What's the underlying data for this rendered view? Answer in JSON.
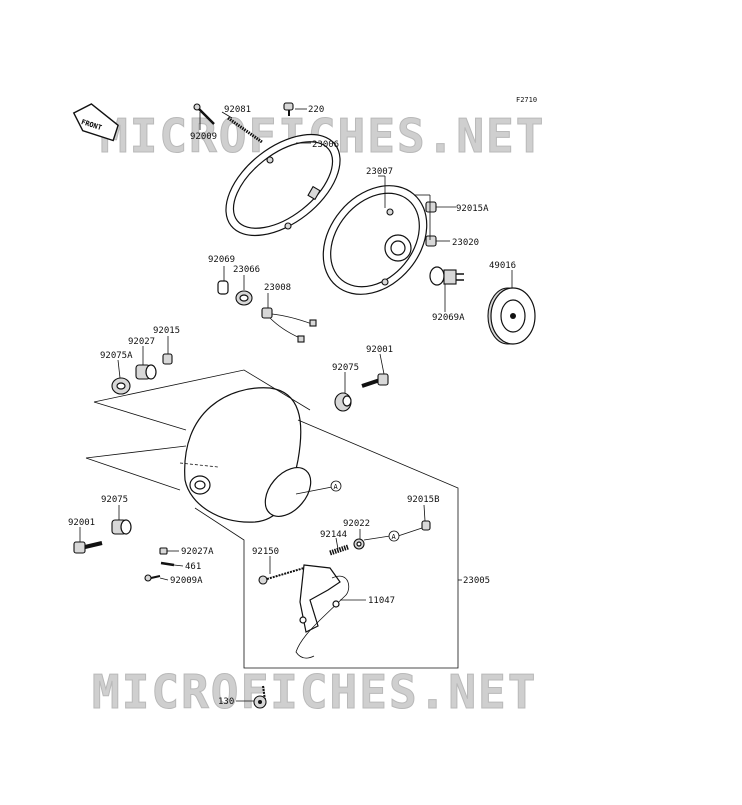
{
  "figure_code": "F2710",
  "watermark": "MICROFICHES.NET",
  "front_label": "FRONT",
  "callout_letter": "A",
  "labels": {
    "p92081": "92081",
    "p220": "220",
    "p92009": "92009",
    "p23006": "23006",
    "p23007": "23007",
    "p92015A": "92015A",
    "p23020": "23020",
    "p92069": "92069",
    "p23066": "23066",
    "p23008": "23008",
    "p49016": "49016",
    "p92069A": "92069A",
    "p92015": "92015",
    "p92027": "92027",
    "p92075A": "92075A",
    "p92001_top": "92001",
    "p92075_top": "92075",
    "p92015B": "92015B",
    "p92075_left": "92075",
    "p92001_left": "92001",
    "p92022": "92022",
    "p92144": "92144",
    "p92027A": "92027A",
    "p461": "461",
    "p92009A": "92009A",
    "p92150": "92150",
    "p11047": "11047",
    "p23005": "23005",
    "p130": "130"
  }
}
